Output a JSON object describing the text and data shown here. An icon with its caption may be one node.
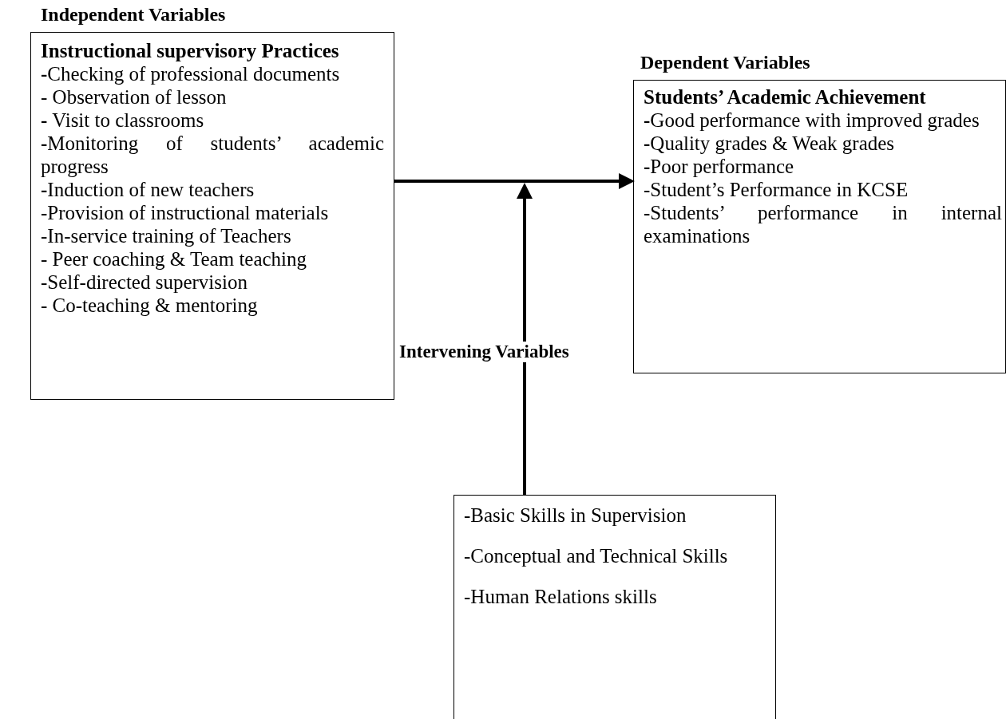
{
  "diagram": {
    "nodes": [
      {
        "text": [
          "Independent Variables",
          "Instructional supervisory Practices",
          "**-**Checking of professional documents",
          "- Observation of lesson",
          "**-** Visit to classrooms",
          "**-**Monitoring of students’ academic progress",
          "**-**Induction of new teachers",
          "-Provision of instructional materials",
          "-In-service training of Teachers",
          "- Peer coaching & Team teaching",
          "-Self-directed supervision",
          "- Co-teaching & mentoring"
        ]
      },
      {
        "text": [
          "Dependent Variables",
          "Students’ Academic Achievement",
          "**-**Good performance with improved grades",
          "**-**Quality grades & Weak grades",
          "**-**Poor performance",
          "-Student’s Performance in KCSE",
          "-Students’ performance in internal examinations"
        ]
      },
      {
        "text": [
          "-Basic Skills in Supervision",
          "-Conceptual and Technical Skills",
          "-Human Relations skills"
        ]
      }
    ],
    "edges": [
      {
        "from": 0,
        "to": 1,
        "arrow": "to"
      },
      {
        "from": 2,
        "to": null,
        "arrow": "to"
      }
    ],
    "labels": [
      "Intervening Variables"
    ]
  }
}
